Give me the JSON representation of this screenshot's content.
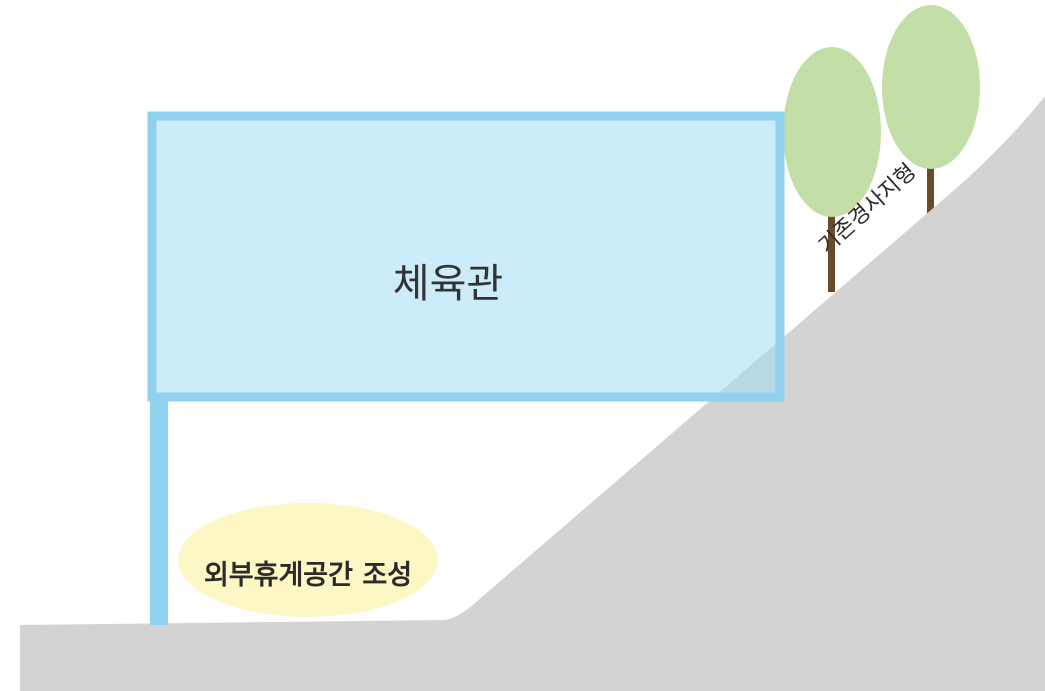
{
  "labels": {
    "building": "체육관",
    "rest_area": "외부휴게공간 조성",
    "existing_slope": "기존경사지형"
  },
  "colors": {
    "ground": "#d3d3d3",
    "building_fill": "#cdeaf9",
    "building_stroke": "#90d1f0",
    "column": "#90d1f0",
    "rest_area_fill": "#fdf6c5",
    "tree_canopy": "#c3dea6",
    "tree_trunk": "#6b4a2b"
  }
}
